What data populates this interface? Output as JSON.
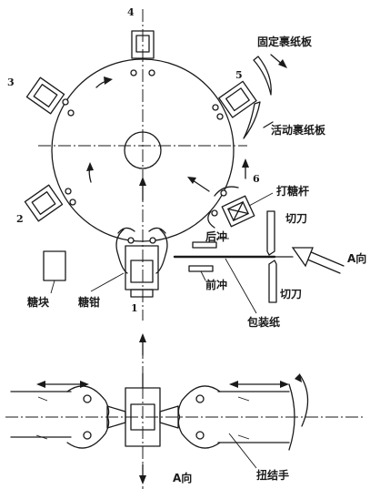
{
  "stations": {
    "s1": "1",
    "s2": "2",
    "s3": "3",
    "s4": "4",
    "s5": "5",
    "s6": "6"
  },
  "labels": {
    "fixed_fold_plate": "固定裹纸板",
    "movable_fold_plate": "活动裹纸板",
    "push_rod": "打糖杆",
    "cutter_top": "切刀",
    "cutter_bottom": "切刀",
    "rear_punch": "后冲",
    "front_punch": "前冲",
    "direction_a_top": "A向",
    "candy_block": "糖块",
    "candy_tongs": "糖钳",
    "wrapping_paper": "包装纸",
    "twist_hand": "扭结手",
    "direction_a_bottom": "A向"
  }
}
